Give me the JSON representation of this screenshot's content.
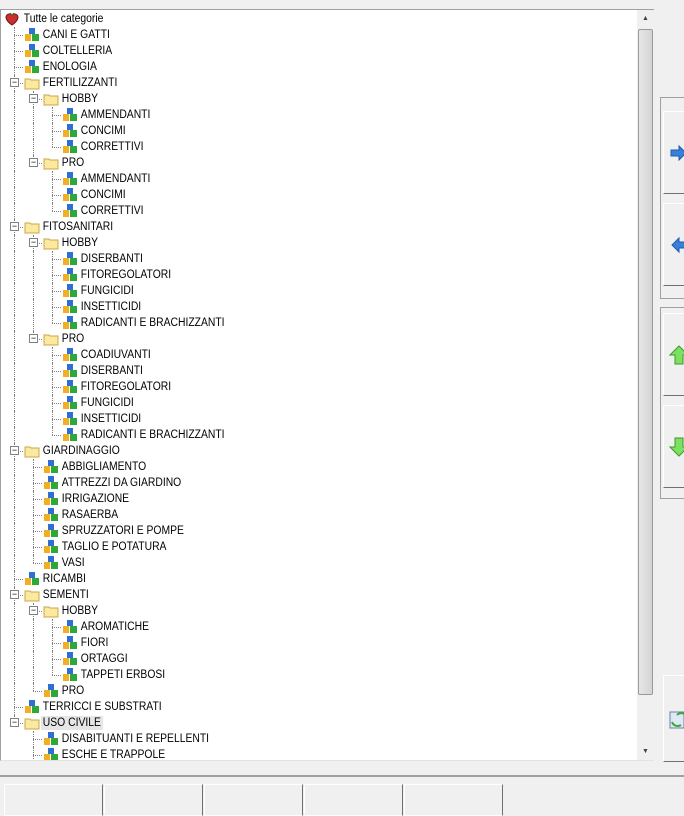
{
  "tree": [
    {
      "label": "Tutte le categorie",
      "level": 0,
      "type": "root"
    },
    {
      "label": "CANI E GATTI",
      "level": 1,
      "type": "leaf"
    },
    {
      "label": "COLTELLERIA",
      "level": 1,
      "type": "leaf"
    },
    {
      "label": "ENOLOGIA",
      "level": 1,
      "type": "leaf"
    },
    {
      "label": "FERTILIZZANTI",
      "level": 1,
      "type": "folder"
    },
    {
      "label": "HOBBY",
      "level": 2,
      "type": "folder"
    },
    {
      "label": "AMMENDANTI",
      "level": 3,
      "type": "leaf"
    },
    {
      "label": "CONCIMI",
      "level": 3,
      "type": "leaf"
    },
    {
      "label": "CORRETTIVI",
      "level": 3,
      "type": "leaf"
    },
    {
      "label": "PRO",
      "level": 2,
      "type": "folder"
    },
    {
      "label": "AMMENDANTI",
      "level": 3,
      "type": "leaf"
    },
    {
      "label": "CONCIMI",
      "level": 3,
      "type": "leaf"
    },
    {
      "label": "CORRETTIVI",
      "level": 3,
      "type": "leaf"
    },
    {
      "label": "FITOSANITARI",
      "level": 1,
      "type": "folder"
    },
    {
      "label": "HOBBY",
      "level": 2,
      "type": "folder"
    },
    {
      "label": "DISERBANTI",
      "level": 3,
      "type": "leaf"
    },
    {
      "label": "FITOREGOLATORI",
      "level": 3,
      "type": "leaf"
    },
    {
      "label": "FUNGICIDI",
      "level": 3,
      "type": "leaf"
    },
    {
      "label": "INSETTICIDI",
      "level": 3,
      "type": "leaf"
    },
    {
      "label": "RADICANTI E BRACHIZZANTI",
      "level": 3,
      "type": "leaf"
    },
    {
      "label": "PRO",
      "level": 2,
      "type": "folder"
    },
    {
      "label": "COADIUVANTI",
      "level": 3,
      "type": "leaf"
    },
    {
      "label": "DISERBANTI",
      "level": 3,
      "type": "leaf"
    },
    {
      "label": "FITOREGOLATORI",
      "level": 3,
      "type": "leaf"
    },
    {
      "label": "FUNGICIDI",
      "level": 3,
      "type": "leaf"
    },
    {
      "label": "INSETTICIDI",
      "level": 3,
      "type": "leaf"
    },
    {
      "label": "RADICANTI E BRACHIZZANTI",
      "level": 3,
      "type": "leaf"
    },
    {
      "label": "GIARDINAGGIO",
      "level": 1,
      "type": "folder"
    },
    {
      "label": "ABBIGLIAMENTO",
      "level": 2,
      "type": "leaf"
    },
    {
      "label": "ATTREZZI DA GIARDINO",
      "level": 2,
      "type": "leaf"
    },
    {
      "label": "IRRIGAZIONE",
      "level": 2,
      "type": "leaf"
    },
    {
      "label": "RASAERBA",
      "level": 2,
      "type": "leaf"
    },
    {
      "label": "SPRUZZATORI E POMPE",
      "level": 2,
      "type": "leaf"
    },
    {
      "label": "TAGLIO E POTATURA",
      "level": 2,
      "type": "leaf"
    },
    {
      "label": "VASI",
      "level": 2,
      "type": "leaf"
    },
    {
      "label": "RICAMBI",
      "level": 1,
      "type": "leaf"
    },
    {
      "label": "SEMENTI",
      "level": 1,
      "type": "folder"
    },
    {
      "label": "HOBBY",
      "level": 2,
      "type": "folder"
    },
    {
      "label": "AROMATICHE",
      "level": 3,
      "type": "leaf"
    },
    {
      "label": "FIORI",
      "level": 3,
      "type": "leaf"
    },
    {
      "label": "ORTAGGI",
      "level": 3,
      "type": "leaf"
    },
    {
      "label": "TAPPETI ERBOSI",
      "level": 3,
      "type": "leaf"
    },
    {
      "label": "PRO",
      "level": 2,
      "type": "leaf"
    },
    {
      "label": "TERRICCI E SUBSTRATI",
      "level": 1,
      "type": "leaf"
    },
    {
      "label": "USO CIVILE",
      "level": 1,
      "type": "folder",
      "selected": true
    },
    {
      "label": "DISABITUANTI E REPELLENTI",
      "level": 2,
      "type": "leaf"
    },
    {
      "label": "ESCHE E TRAPPOLE",
      "level": 2,
      "type": "leaf"
    },
    {
      "label": "",
      "level": 2,
      "type": "leaf"
    }
  ],
  "colors": {
    "selection": "#e6e6e6",
    "blue_arrow": "#3a7fd8",
    "green_arrow": "#5cc83c"
  }
}
